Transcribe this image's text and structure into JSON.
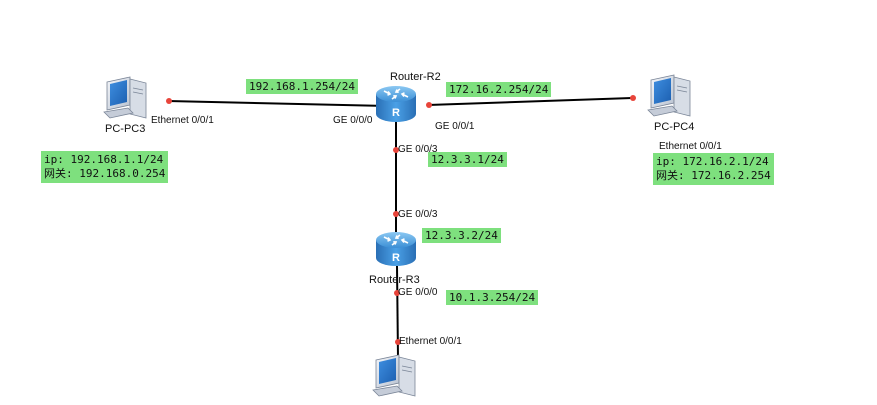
{
  "devices": {
    "r2": "Router-R2",
    "r3": "Router-R3",
    "pc3": "PC-PC3",
    "pc4": "PC-PC4"
  },
  "ports": {
    "pc3_eth": "Ethernet 0/0/1",
    "r2_ge000": "GE 0/0/0",
    "r2_ge001": "GE 0/0/1",
    "r2_ge003": "GE 0/0/3",
    "r3_ge003": "GE 0/0/3",
    "r3_ge000": "GE 0/0/0",
    "pc4_eth": "Ethernet 0/0/1",
    "pc5_eth": "Ethernet 0/0/1"
  },
  "ips": {
    "r2_ge000": "192.168.1.254/24",
    "r2_ge001": "172.16.2.254/24",
    "r2_ge003": "12.3.3.1/24",
    "r3_ge003": "12.3.3.2/24",
    "r3_ge000": "10.1.3.254/24"
  },
  "pc_config": {
    "pc3_ip": "ip: 192.168.1.1/24",
    "pc3_gw": "网关: 192.168.0.254",
    "pc4_ip": "ip: 172.16.2.1/24",
    "pc4_gw": "网关: 172.16.2.254"
  },
  "colors": {
    "label_bg": "#7ee07e",
    "port_dot": "#e8443a",
    "router_blue": "#3c8fd6",
    "link": "#000000"
  }
}
